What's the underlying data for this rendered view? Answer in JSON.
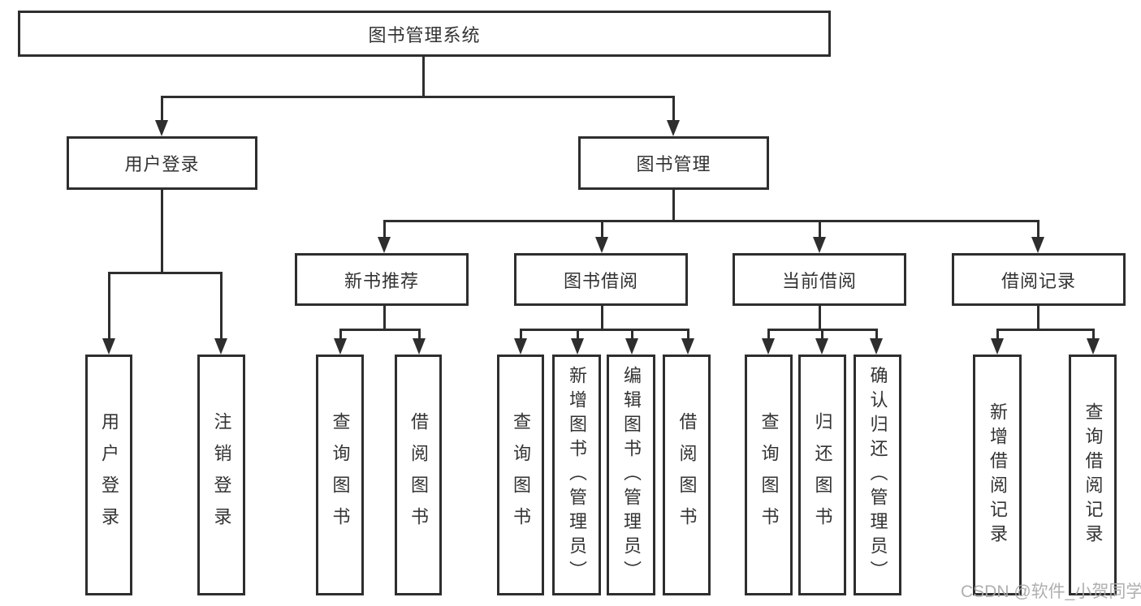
{
  "diagram": {
    "title": "图书管理系统",
    "colors": {
      "line": "#2e2e2e",
      "box_border": "#2e2e2e",
      "text": "#333333",
      "background": "#ffffff",
      "watermark_text_color": "#a8a8a8"
    },
    "tree": {
      "root": {
        "label": "图书管理系统"
      },
      "branches": [
        {
          "label": "用户登录",
          "children": [
            {
              "label": "用户登录"
            },
            {
              "label": "注销登录"
            }
          ]
        },
        {
          "label": "图书管理",
          "children": [
            {
              "label": "新书推荐",
              "children": [
                {
                  "label": "查询图书"
                },
                {
                  "label": "借阅图书"
                }
              ]
            },
            {
              "label": "图书借阅",
              "children": [
                {
                  "label": "查询图书"
                },
                {
                  "label": "新增图书（管理员）"
                },
                {
                  "label": "编辑图书（管理员）"
                },
                {
                  "label": "借阅图书"
                }
              ]
            },
            {
              "label": "当前借阅",
              "children": [
                {
                  "label": "查询图书"
                },
                {
                  "label": "归还图书"
                },
                {
                  "label": "确认归还（管理员）"
                }
              ]
            },
            {
              "label": "借阅记录",
              "children": [
                {
                  "label": "新增借阅记录"
                },
                {
                  "label": "查询借阅记录"
                }
              ]
            }
          ]
        }
      ]
    },
    "watermark": "CSDN @软件_小贺同学"
  }
}
